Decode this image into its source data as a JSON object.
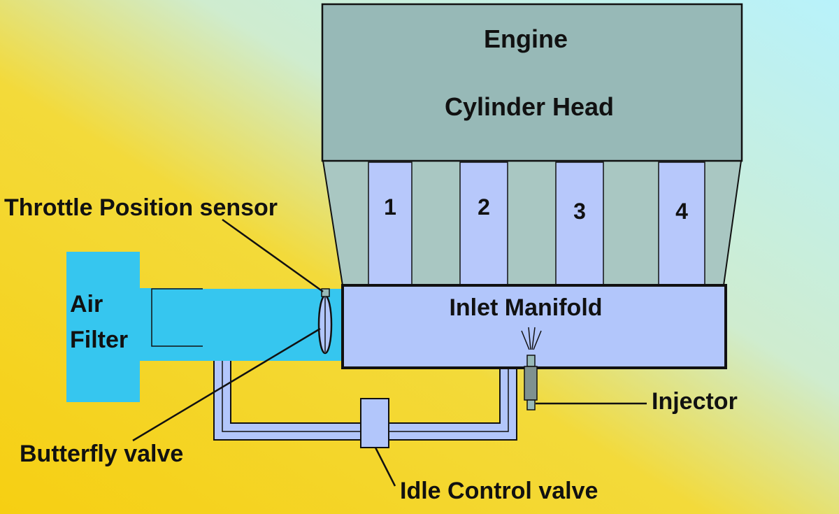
{
  "labels": {
    "engine": "Engine",
    "cylinder_head": "Cylinder Head",
    "cylinders": [
      "1",
      "2",
      "3",
      "4"
    ],
    "throttle_position_sensor": "Throttle Position sensor",
    "air_filter_line1": "Air",
    "air_filter_line2": "Filter",
    "inlet_manifold": "Inlet Manifold",
    "injector": "Injector",
    "butterfly_valve": "Butterfly valve",
    "idle_control_valve": "Idle Control valve"
  },
  "colors": {
    "background_yellow": "#f5d21a",
    "background_cyan": "#b9f2fb",
    "engine_head": "#97b9b7",
    "intake_runner": "#a9c7c2",
    "cylinder": "#b7c8fb",
    "manifold": "#b2c6fb",
    "air_filter": "#36c6ef",
    "outline": "#111111"
  }
}
